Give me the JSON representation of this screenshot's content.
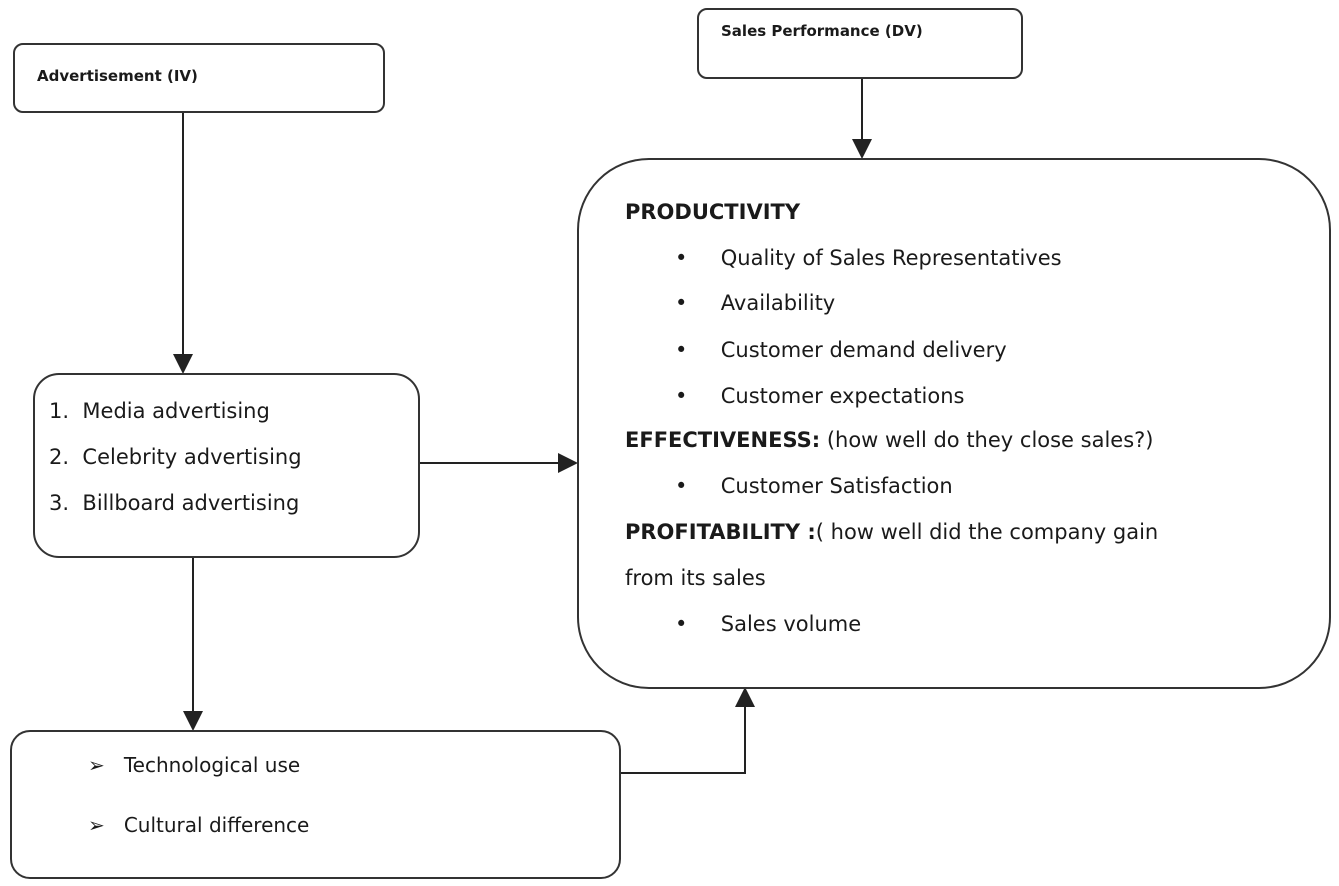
{
  "iv_box": {
    "title": "Advertisement (IV)"
  },
  "dv_box": {
    "title": "Sales Performance (DV)"
  },
  "advertising_types": [
    "Media advertising",
    "Celebrity advertising",
    "Billboard advertising"
  ],
  "advertising_numbers": [
    "1.",
    "2.",
    "3."
  ],
  "moderators": [
    "Technological use",
    "Cultural difference"
  ],
  "performance": {
    "productivity": {
      "heading": "PRODUCTIVITY",
      "items": [
        "Quality of Sales Representatives",
        "Availability",
        "Customer demand delivery",
        "Customer expectations"
      ]
    },
    "effectiveness": {
      "heading": "EFFECTIVENESS:",
      "note": " (how well do they close sales?)",
      "items": [
        "Customer Satisfaction"
      ]
    },
    "profitability": {
      "heading": "PROFITABILITY :",
      "note": "( how well did the company gain",
      "note2": "from its sales",
      "items": [
        "Sales volume"
      ]
    }
  }
}
